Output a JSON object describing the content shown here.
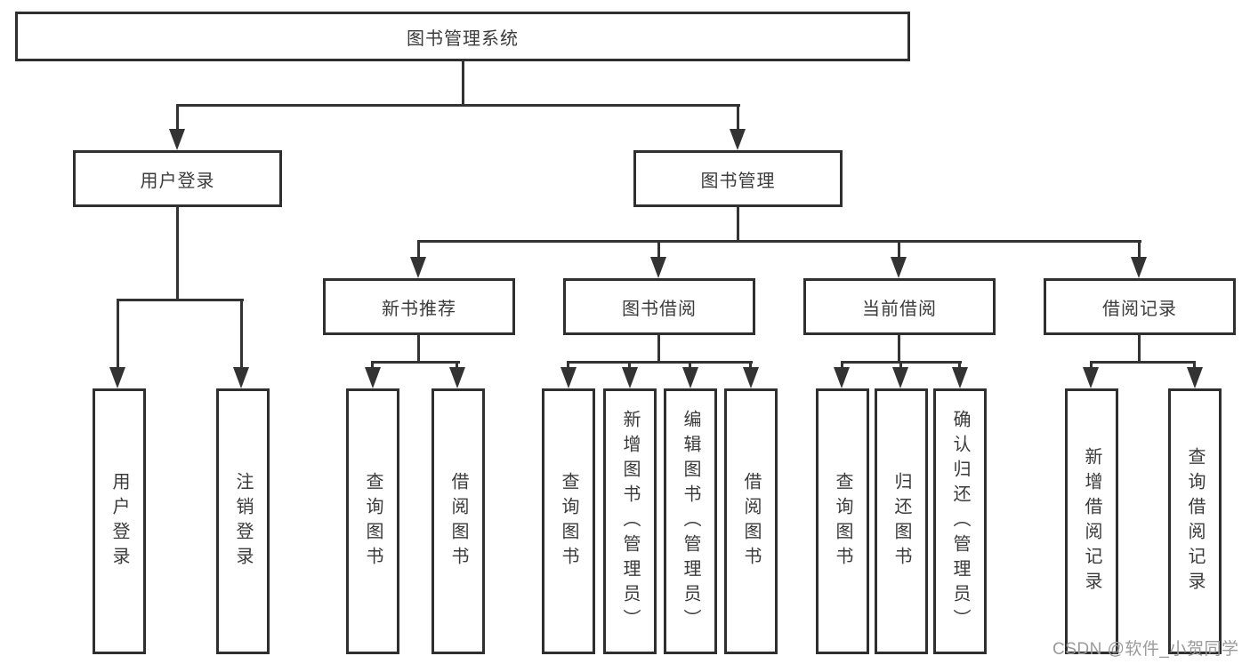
{
  "colors": {
    "line": "#333333",
    "box_border": "#2f2f2f",
    "text": "#3b3b3b",
    "background": "#ffffff",
    "watermark": "#9a9a9a"
  },
  "tree": {
    "root": "图书管理系统",
    "branches": [
      {
        "label": "用户登录",
        "children": [
          "用户登录",
          "注销登录"
        ]
      },
      {
        "label": "图书管理",
        "groups": [
          {
            "label": "新书推荐",
            "children": [
              "查询图书",
              "借阅图书"
            ]
          },
          {
            "label": "图书借阅",
            "children": [
              "查询图书",
              "新增图书（管理员）",
              "编辑图书（管理员）",
              "借阅图书"
            ]
          },
          {
            "label": "当前借阅",
            "children": [
              "查询图书",
              "归还图书",
              "确认归还（管理员）"
            ]
          },
          {
            "label": "借阅记录",
            "children": [
              "新增借阅记录",
              "查询借阅记录"
            ]
          }
        ]
      }
    ]
  },
  "watermark": {
    "text": "CSDN @软件_小贺同学"
  }
}
